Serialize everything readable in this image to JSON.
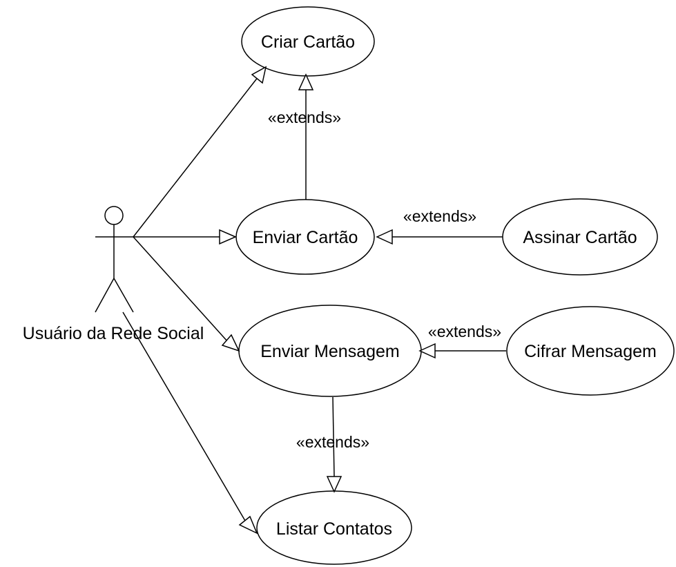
{
  "actor": {
    "name": "Usuário da Rede Social"
  },
  "use_cases": {
    "criar_cartao": "Criar Cartão",
    "enviar_cartao": "Enviar Cartão",
    "assinar_cartao": "Assinar Cartão",
    "enviar_mensagem": "Enviar Mensagem",
    "cifrar_mensagem": "Cifrar Mensagem",
    "listar_contatos": "Listar Contatos"
  },
  "stereotypes": {
    "enviar_cartao_to_criar_cartao": "«extends»",
    "assinar_cartao_to_enviar_cartao": "«extends»",
    "cifrar_mensagem_to_enviar_mensagem": "«extends»",
    "enviar_mensagem_to_listar_contatos": "«extends»"
  }
}
